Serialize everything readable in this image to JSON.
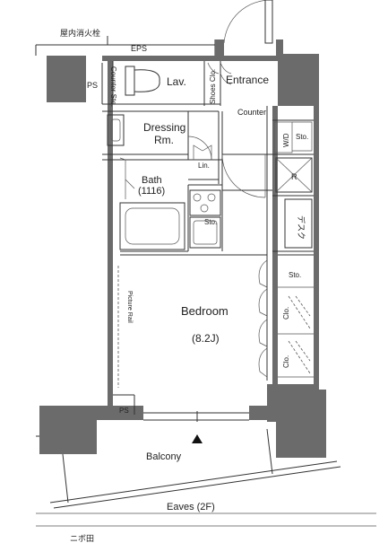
{
  "labels": {
    "hydrant": "屋内消火栓",
    "eps": "EPS",
    "ps_top": "PS",
    "counter_sto": "Counter Sto.",
    "lav": "Lav.",
    "shoes_clo": "Shoes Clo.",
    "entrance": "Entrance",
    "counter": "Counter",
    "dressing_1": "Dressing",
    "dressing_2": "Rm.",
    "wd": "W/D",
    "sto_wd": "Sto.",
    "lin": "Lin.",
    "bath_1": "Bath",
    "bath_2": "(1116)",
    "r": "R",
    "sto_kitchen": "Sto.",
    "desk": "デスク",
    "sto_bedroom": "Sto.",
    "picture_rail": "Picture Rail",
    "clo_1": "Clo.",
    "clo_2": "Clo.",
    "bedroom": "Bedroom",
    "bedroom_size": "(8.2J)",
    "ps_bottom": "PS",
    "balcony": "Balcony",
    "eaves": "Eaves (2F)",
    "bottom_cut": "ニボ田"
  }
}
